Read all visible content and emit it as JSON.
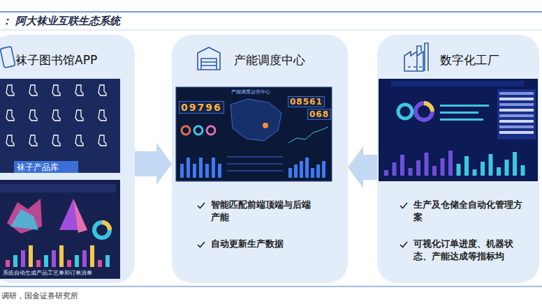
{
  "diagram": {
    "title": "： 阿大袜业互联生态系统",
    "caption": "调研，国金证券研究所",
    "nodes": [
      {
        "text": [
          "袜子图书馆APP"
        ]
      },
      {
        "text": [
          "产能调度中心",
          "智能匹配前端顶端与后端产能",
          "自动更新生产数据"
        ]
      },
      {
        "text": [
          "数字化工厂",
          "生产及仓储全自动化管理方案",
          "可视化订单进度、机器状态、产能达成等指标均"
        ]
      }
    ],
    "edges": [
      {
        "from": 0,
        "to": 1,
        "arrow": "to"
      },
      {
        "from": 2,
        "to": 1,
        "arrow": "to"
      }
    ],
    "labels": [
      "袜子产品库",
      "系统自动生成产品工艺单和订单清单",
      "产能调度运营中心",
      "09796",
      "08561",
      "068"
    ]
  }
}
